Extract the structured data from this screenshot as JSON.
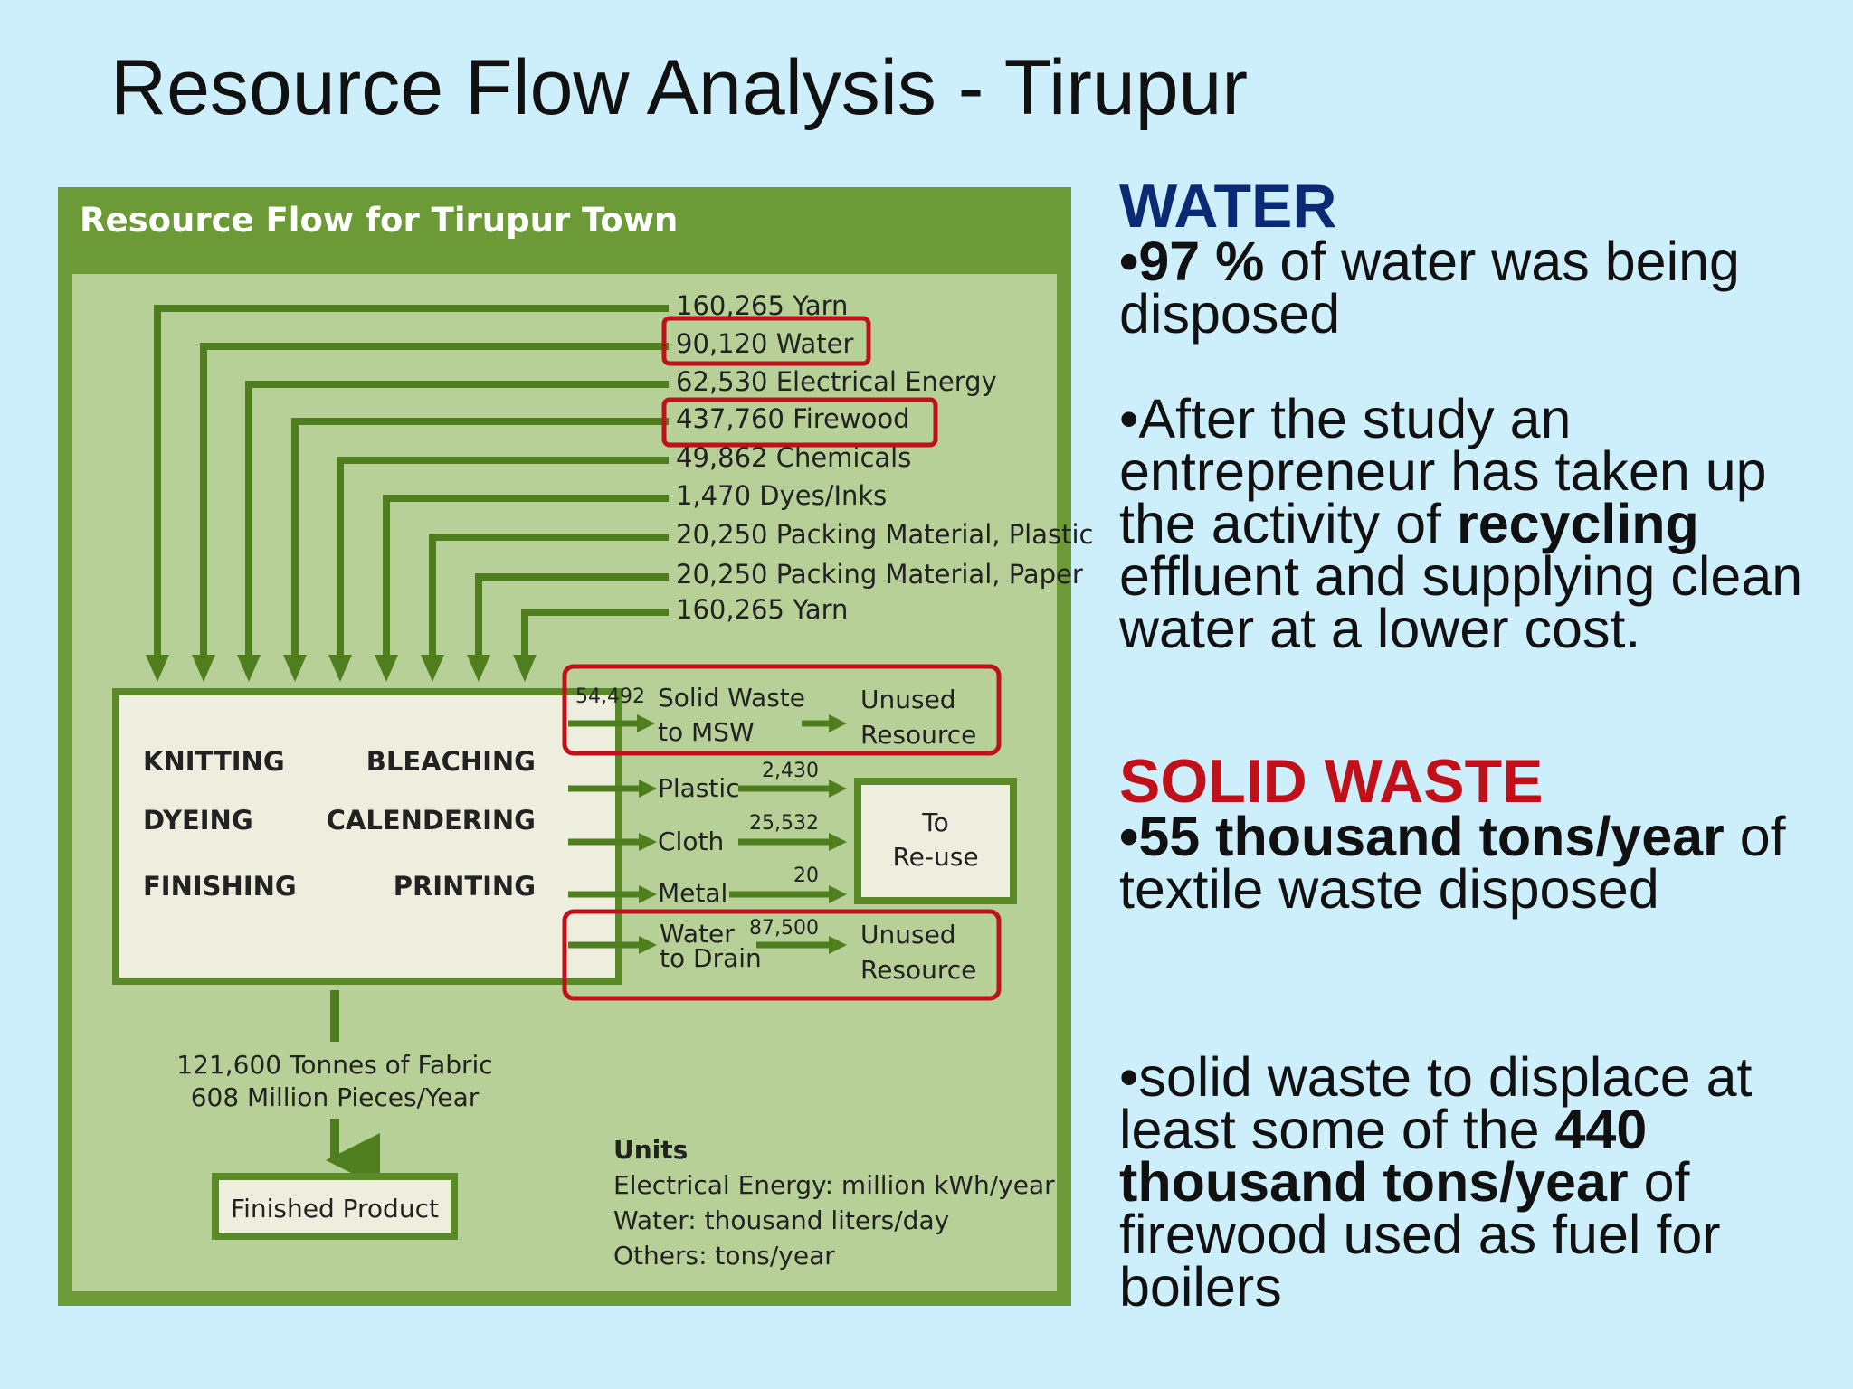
{
  "slide": {
    "title": "Resource Flow Analysis - Tirupur"
  },
  "diagram": {
    "header": "Resource Flow for Tirupur Town",
    "inputs": [
      "160,265 Yarn",
      "90,120 Water",
      "62,530 Electrical Energy",
      "437,760 Firewood",
      "49,862 Chemicals",
      "1,470 Dyes/Inks",
      "20,250 Packing Material, Plastic",
      "20,250 Packing Material, Paper",
      "160,265 Yarn"
    ],
    "processes": [
      "KNITTING",
      "BLEACHING",
      "DYEING",
      "CALENDERING",
      "FINISHING",
      "PRINTING"
    ],
    "solid_waste": {
      "value": "54,492",
      "label_1": "Solid Waste",
      "label_2": "to MSW",
      "dest_1": "Unused",
      "dest_2": "Resource"
    },
    "reuse_flows": [
      {
        "label": "Plastic",
        "value": "2,430"
      },
      {
        "label": "Cloth",
        "value": "25,532"
      },
      {
        "label": "Metal",
        "value": "20"
      }
    ],
    "reuse_box": {
      "line_1": "To",
      "line_2": "Re-use"
    },
    "water_drain": {
      "value": "87,500",
      "label_1": "Water",
      "label_2": "to Drain",
      "dest_1": "Unused",
      "dest_2": "Resource"
    },
    "fabric_1": "121,600 Tonnes of Fabric",
    "fabric_2": "608 Million Pieces/Year",
    "finished_product": "Finished Product",
    "units": {
      "heading": "Units",
      "line_1": "Electrical Energy: million kWh/year",
      "line_2": "Water: thousand liters/day",
      "line_3": "Others: tons/year"
    },
    "colors": {
      "frame": "#6c9a36",
      "panel": "#b6d097",
      "arrow": "#4f7e1f",
      "highlight": "#c0111b",
      "box": "#eeeedf"
    }
  },
  "water": {
    "heading": "WATER",
    "b1_strong": "•97 %",
    "b1_rest": " of water was being disposed",
    "b2_start": "•After the study an entrepreneur has taken up the activity of ",
    "b2_strong": "recycling",
    "b2_rest": " effluent and supplying clean water at a lower cost."
  },
  "solid": {
    "heading": "SOLID WASTE",
    "b1_strong": "•55 thousand tons/year",
    "b1_rest": " of textile waste disposed",
    "b2_start": "•solid waste to displace at least some of the ",
    "b2_strong": "440 thousand tons/year",
    "b2_rest": " of firewood used as fuel for boilers"
  }
}
